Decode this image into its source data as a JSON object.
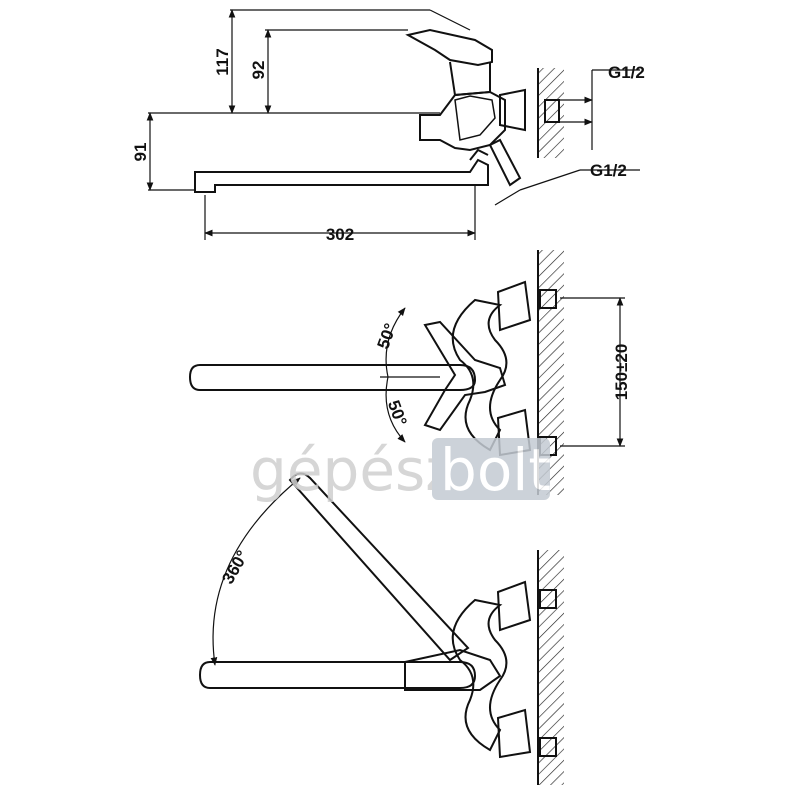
{
  "top_view": {
    "dim_height_117": "117",
    "dim_height_92": "92",
    "dim_height_91": "91",
    "dim_length_302": "302",
    "thread_upper": "G1/2",
    "thread_lower": "G1/2"
  },
  "middle_view": {
    "angle_upper": "50°",
    "angle_lower": "50°",
    "spacing": "150±20"
  },
  "bottom_view": {
    "swivel_angle": "360°"
  },
  "watermark": {
    "part1": "gépész",
    "part2": "bolt"
  }
}
